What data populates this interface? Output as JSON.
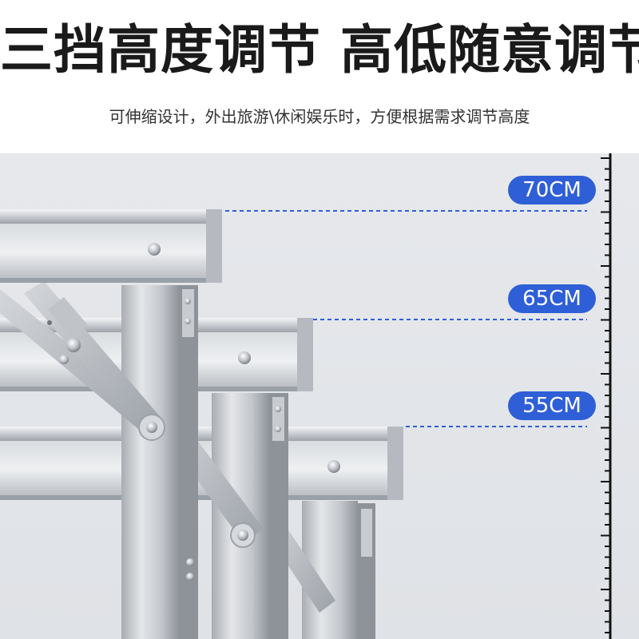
{
  "headline": "三挡高度调节 高低随意调节",
  "subline": "可伸缩设计，外出旅游\\休闲娱乐时，方便根据需求调节高度",
  "heights": [
    {
      "label": "70CM",
      "value_cm": 70
    },
    {
      "label": "65CM",
      "value_cm": 65
    },
    {
      "label": "55CM",
      "value_cm": 55
    }
  ],
  "colors": {
    "badge": "#2f5fd7",
    "guide": "#2f5fd7",
    "background": "#e2e5e9",
    "ruler": "#111111"
  },
  "icons": [
    "table-illustration",
    "ruler-scale"
  ]
}
